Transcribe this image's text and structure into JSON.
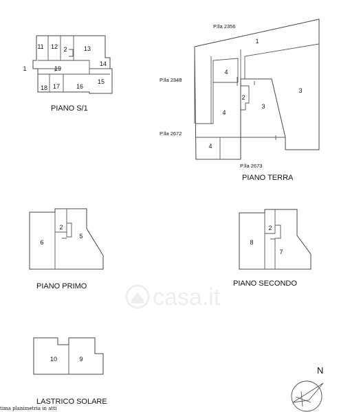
{
  "floors": {
    "s1": {
      "title": "PIANO S/1",
      "rooms": {
        "r11": "11",
        "r12": "12",
        "r2": "2",
        "r13": "13",
        "r1": "1",
        "r19": "19",
        "r14": "14",
        "r15": "15",
        "r18": "18",
        "r17": "17",
        "r16": "16"
      }
    },
    "terra": {
      "title": "PIANO TERRA",
      "rooms": {
        "r1": "1",
        "r4a": "4",
        "r2": "2",
        "r3a": "3",
        "r3b": "3",
        "r4b": "4",
        "r4c": "4"
      },
      "parcels": {
        "p2356": "P.lla 2356",
        "p2348": "P.lla 2348",
        "p2672": "P.lla 2672",
        "p2673": "P.lla 2673"
      }
    },
    "primo": {
      "title": "PIANO PRIMO",
      "rooms": {
        "r2": "2",
        "r6": "6",
        "r5": "5"
      }
    },
    "secondo": {
      "title": "PIANO SECONDO",
      "rooms": {
        "r2": "2",
        "r8": "8",
        "r7": "7"
      }
    },
    "lastrico": {
      "title": "LASTRICO SOLARE",
      "rooms": {
        "r10": "10",
        "r9": "9"
      }
    }
  },
  "north_label": "N",
  "watermark": "casa.it",
  "footer_text": "tima planimetria in atti"
}
